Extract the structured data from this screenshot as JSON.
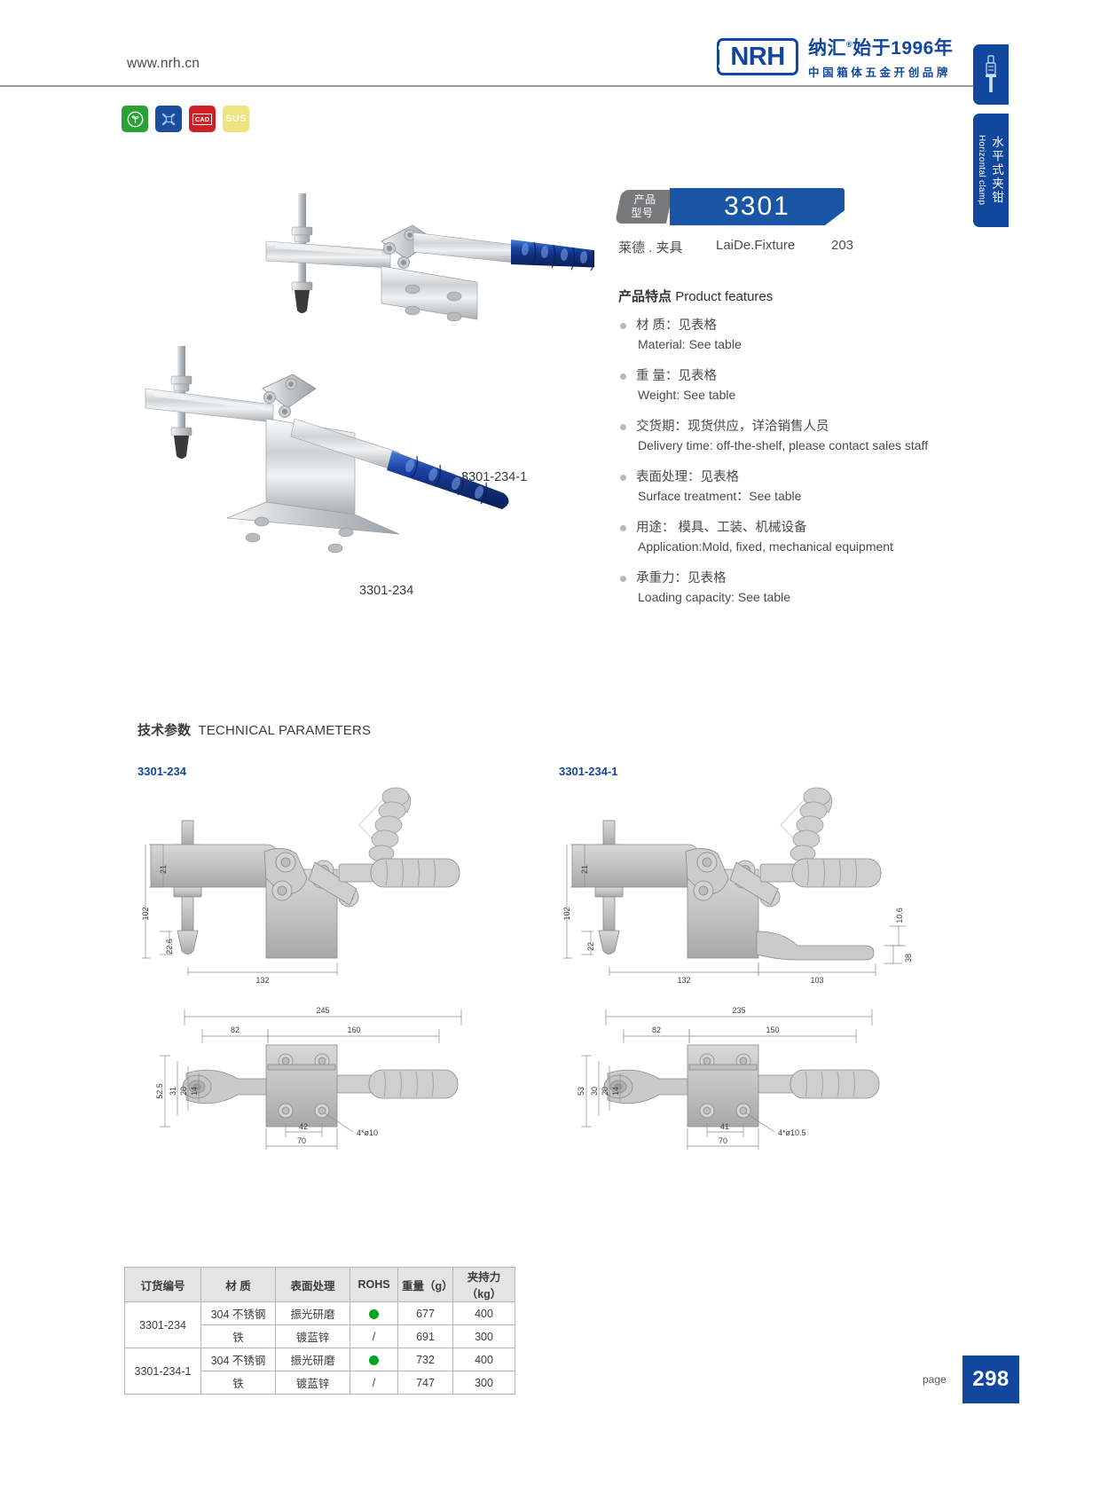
{
  "header": {
    "site_url": "www.nrh.cn",
    "logo_mark": "NRH",
    "logo_cn_line1": "纳汇",
    "logo_cn_line1b": "始于1996年",
    "logo_cn_line2": "中国箱体五金开创品牌"
  },
  "side_tab": {
    "icon": "clamp-icon",
    "label_cn": "水平式夹钳",
    "label_en": "Horizontal clamp"
  },
  "badges": [
    {
      "name": "eco-icon",
      "label": ""
    },
    {
      "name": "drawing-icon",
      "label": ""
    },
    {
      "name": "cad-icon",
      "label": "CAD"
    },
    {
      "name": "sus-icon",
      "label": "SUS"
    }
  ],
  "photos": {
    "caption_top": "3301-234-1",
    "caption_bottom": "3301-234"
  },
  "product": {
    "tag_line1": "产品",
    "tag_line2": "型号",
    "model": "3301",
    "brand_cn": "莱德 . 夹具",
    "brand_en": "LaiDe.Fixture",
    "page_ref": "203",
    "features_title_cn": "产品特点",
    "features_title_en": "Product features",
    "features": [
      {
        "cn": "材  质：见表格",
        "en": "Material: See table"
      },
      {
        "cn": "重  量：见表格",
        "en": "Weight: See table"
      },
      {
        "cn": "交货期：现货供应，详洽销售人员",
        "en": "Delivery time: off-the-shelf, please contact sales staff"
      },
      {
        "cn": "表面处理：见表格",
        "en": "Surface treatment：See table"
      },
      {
        "cn": "用途： 模具、工装、机械设备",
        "en": "Application:Mold, fixed, mechanical equipment"
      },
      {
        "cn": "承重力：见表格",
        "en": "Loading capacity: See table"
      }
    ]
  },
  "technical": {
    "title_cn": "技术参数",
    "title_en": "TECHNICAL PARAMETERS",
    "drawing_left_label": "3301-234",
    "drawing_right_label": "3301-234-1",
    "drawing_left_dims": {
      "side_21": "21",
      "side_102": "102",
      "side_226": "22.6",
      "side_132": "132",
      "top_245": "245",
      "top_82": "82",
      "top_160": "160",
      "left_525": "52.5",
      "left_31": "31",
      "left_20": "20",
      "left_14": "14",
      "bot_42": "42",
      "bot_70": "70",
      "holes": "4*ø10"
    },
    "drawing_right_dims": {
      "side_21": "21",
      "side_102": "102",
      "side_22": "22",
      "side_132": "132",
      "side_103": "103",
      "side_106": "10.6",
      "side_38": "38",
      "top_235": "235",
      "top_82": "82",
      "top_150": "150",
      "left_53": "53",
      "left_30": "30",
      "left_20": "20",
      "left_14": "14",
      "bot_41": "41",
      "bot_70": "70",
      "holes": "4*ø10.5"
    }
  },
  "spec_table": {
    "headers": [
      "订货编号",
      "材    质",
      "表面处理",
      "ROHS",
      "重量（g）",
      "夹持力（kg）"
    ],
    "rows": [
      {
        "code": "3301-234",
        "rowspan": 2,
        "material": "304 不锈钢",
        "surface": "振光研磨",
        "rohs": "dot",
        "weight": "677",
        "force": "400"
      },
      {
        "code": "",
        "material": "铁",
        "surface": "镀蓝锌",
        "rohs": "/",
        "weight": "691",
        "force": "300"
      },
      {
        "code": "3301-234-1",
        "rowspan": 2,
        "material": "304 不锈钢",
        "surface": "振光研磨",
        "rohs": "dot",
        "weight": "732",
        "force": "400"
      },
      {
        "code": "",
        "material": "铁",
        "surface": "镀蓝锌",
        "rohs": "/",
        "weight": "747",
        "force": "300"
      }
    ]
  },
  "footer": {
    "page_label": "page",
    "page_number": "298"
  },
  "colors": {
    "brand_blue": "#12479e",
    "model_blue": "#1b56a6",
    "tag_gray": "#78797b",
    "rohs_green": "#00a61f"
  }
}
